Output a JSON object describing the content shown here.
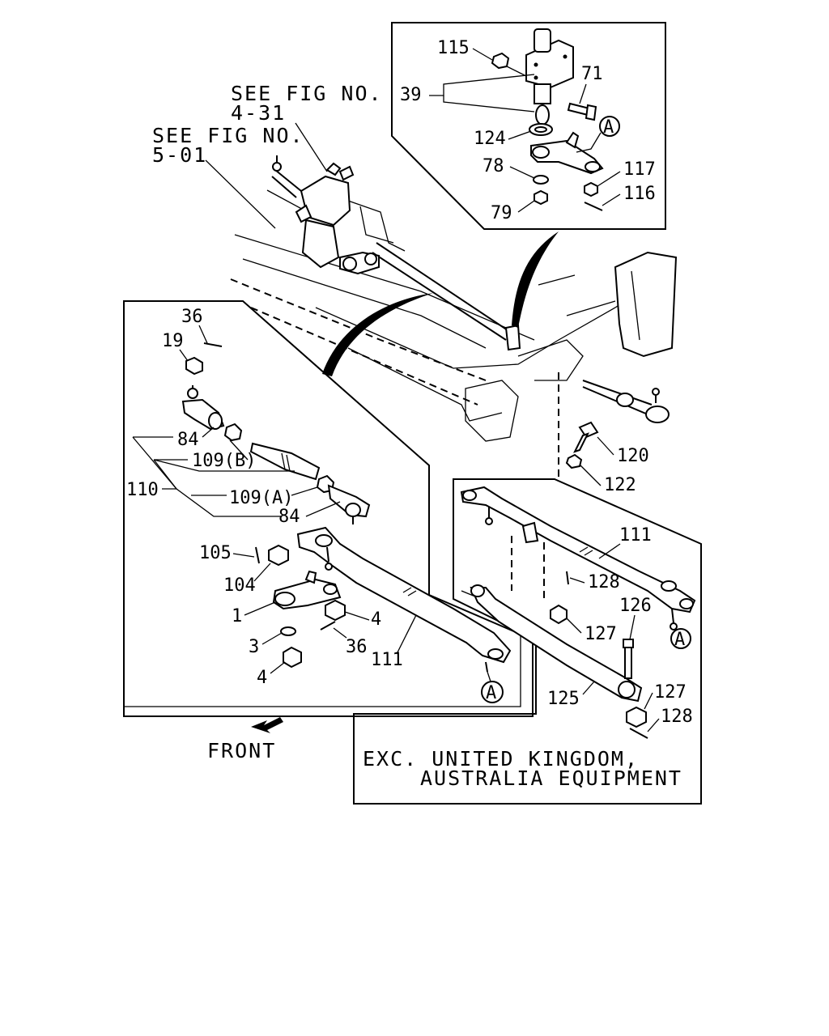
{
  "references": {
    "fig_4_31": [
      "SEE FIG NO.",
      "4-31"
    ],
    "fig_5_01": [
      "SEE FIG NO.",
      "5-01"
    ]
  },
  "inset_top": {
    "callouts": [
      "115",
      "71",
      "39",
      "124",
      "78",
      "117",
      "116",
      "79"
    ],
    "circle_label": "A"
  },
  "main_panel": {
    "callouts": [
      "36",
      "19",
      "84",
      "109(B)",
      "110",
      "109(A)",
      "84",
      "105",
      "104",
      "1",
      "4",
      "3",
      "36",
      "111",
      "4"
    ],
    "circle_label": "A"
  },
  "frame_callouts": [
    "120",
    "122"
  ],
  "variant_panel": {
    "callouts": [
      "111",
      "128",
      "126",
      "127",
      "125",
      "127",
      "128"
    ],
    "circle_label": "A"
  },
  "front_label": "FRONT",
  "note": [
    "EXC. UNITED KINGDOM,",
    "AUSTRALIA EQUIPMENT"
  ]
}
